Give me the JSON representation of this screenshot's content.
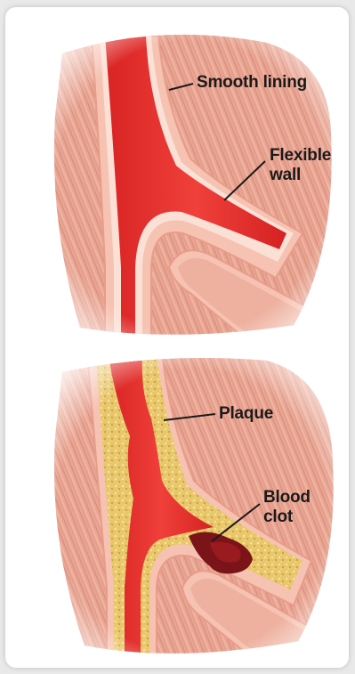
{
  "top_panel": {
    "labels": {
      "smooth_lining": "Smooth lining",
      "flexible_wall": "Flexible\nwall"
    }
  },
  "bottom_panel": {
    "labels": {
      "plaque": "Plaque",
      "blood_clot": "Blood\nclot"
    }
  },
  "colors": {
    "background": "#e9e9e9",
    "card": "#ffffff",
    "muscle": "#e6a08f",
    "vessel_wall": "#f3b9a8",
    "blood": "#e8312e",
    "plaque": "#e8c66a",
    "clot": "#7a1418",
    "label_text": "#1a1a1a"
  }
}
